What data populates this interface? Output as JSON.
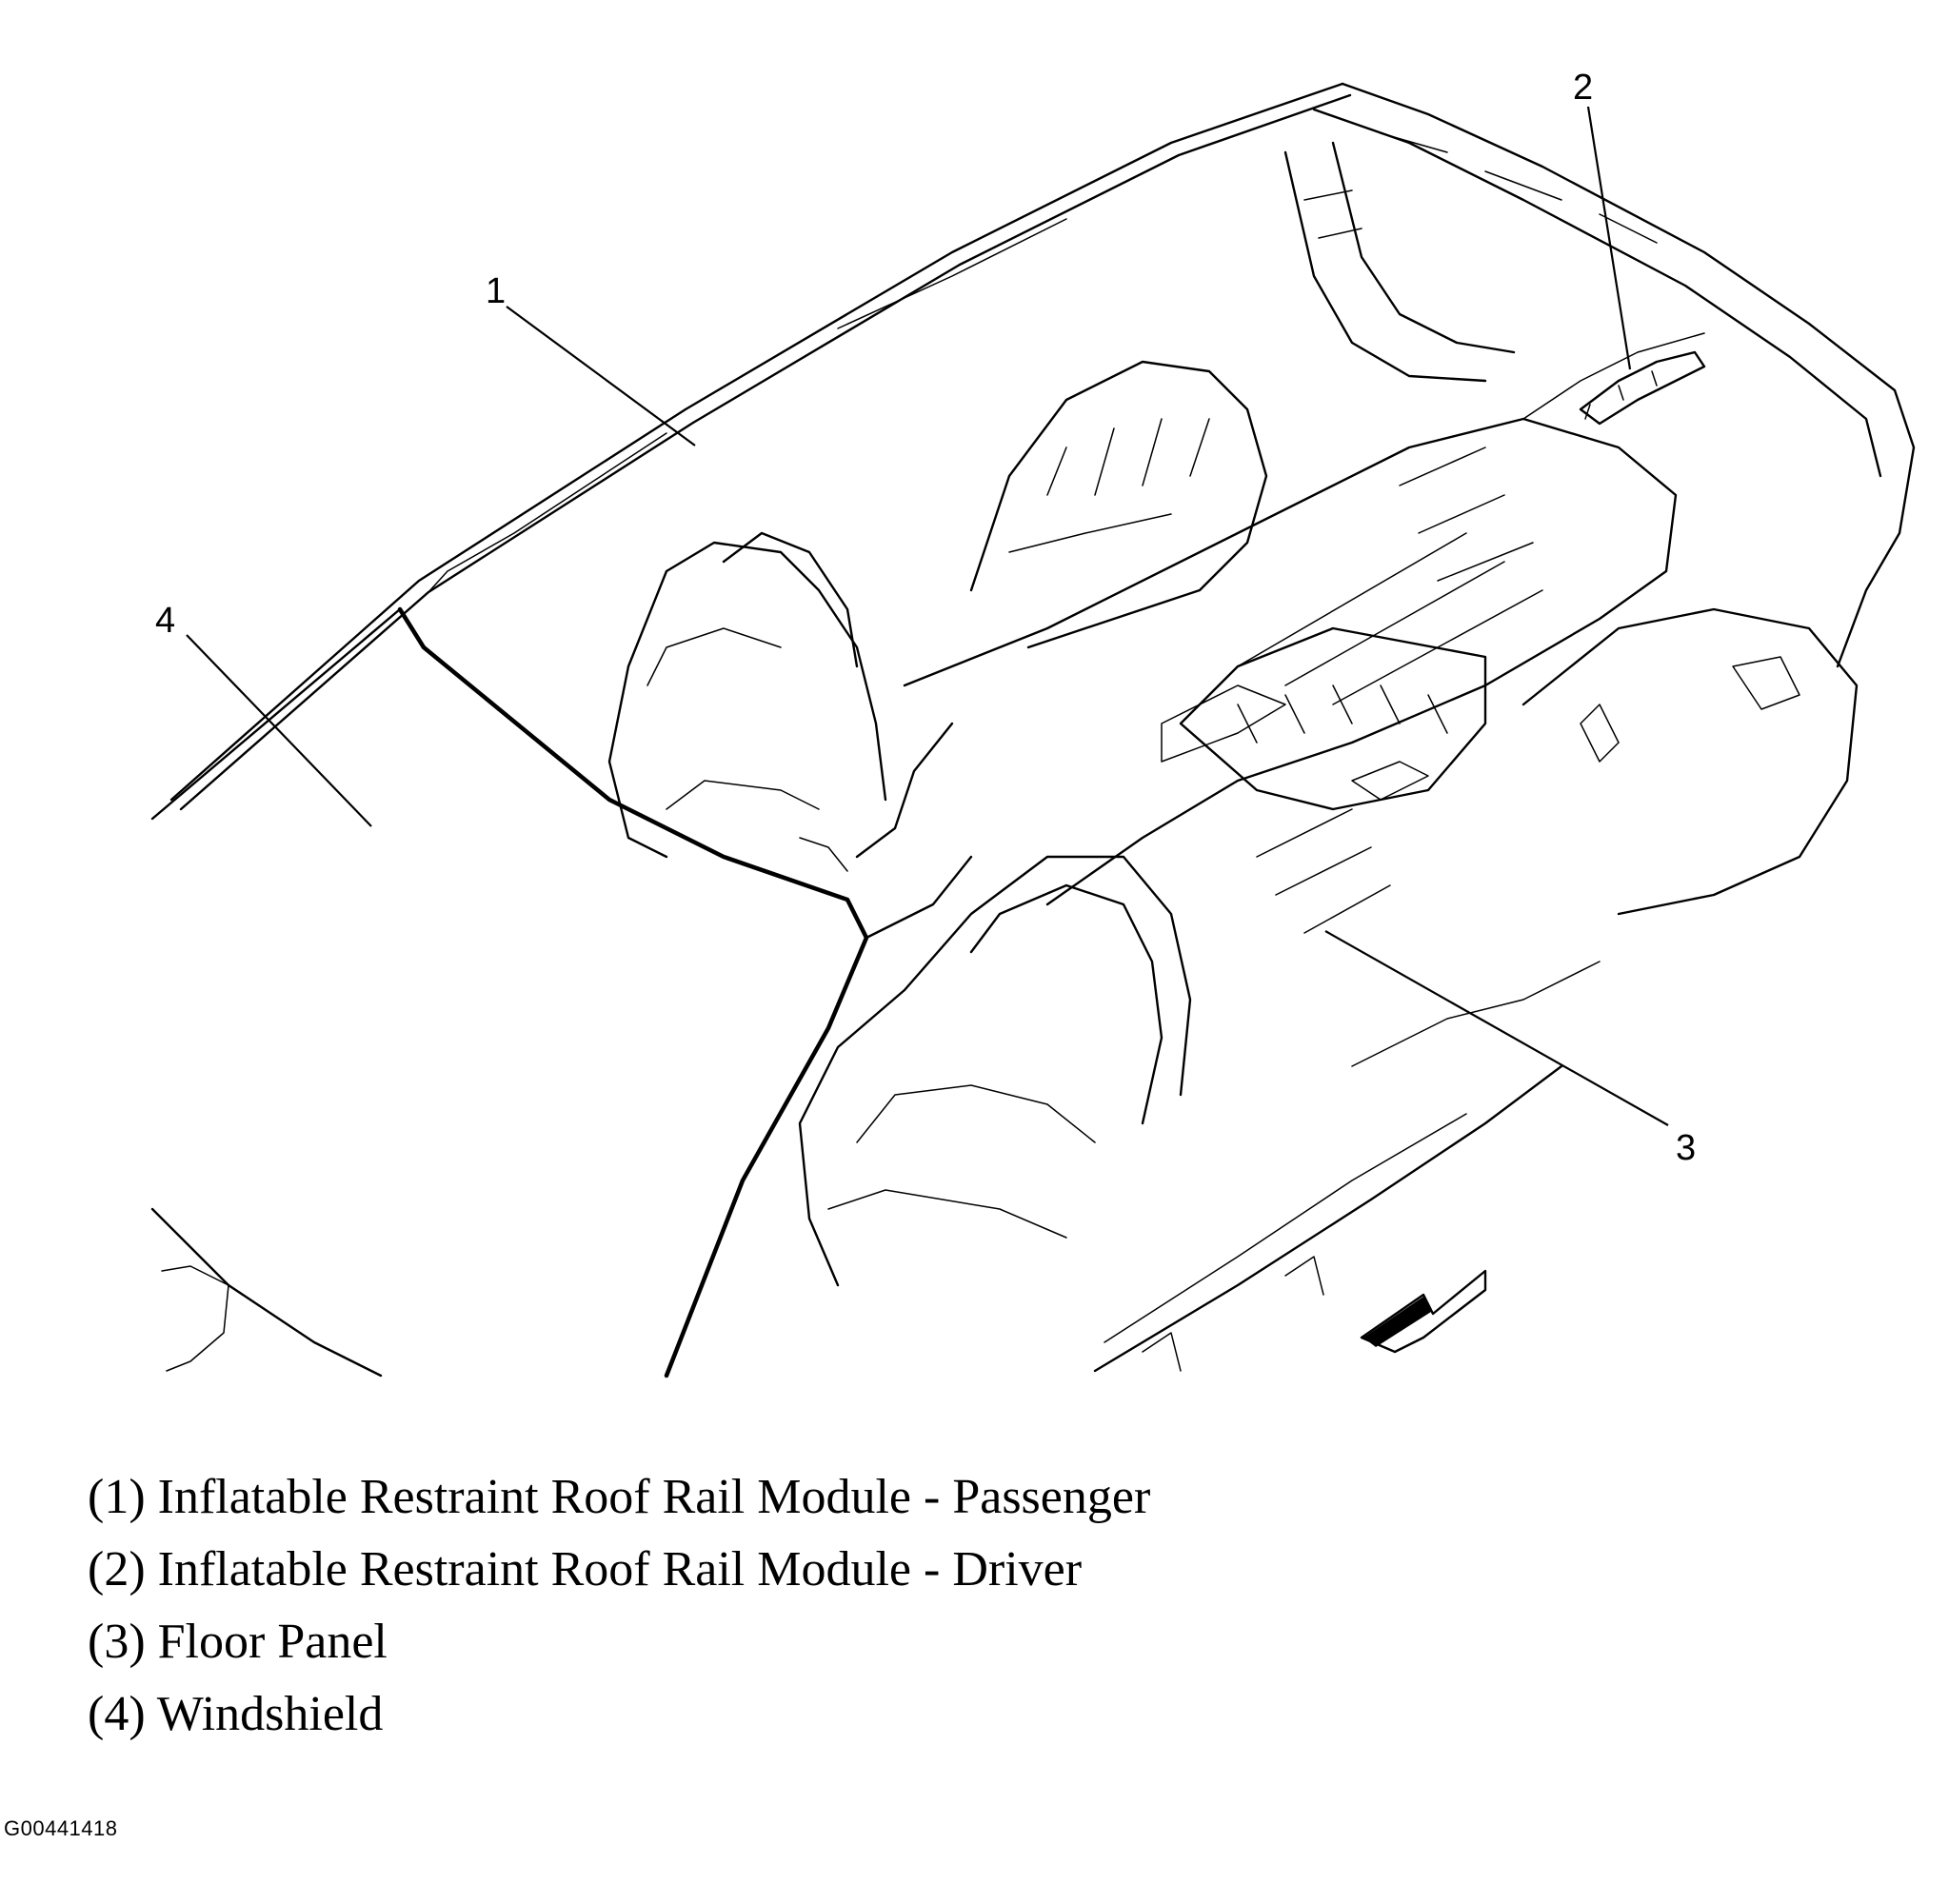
{
  "callouts": [
    {
      "num": "1",
      "part": "roof-rail-module-passenger"
    },
    {
      "num": "2",
      "part": "roof-rail-module-driver"
    },
    {
      "num": "3",
      "part": "floor-panel"
    },
    {
      "num": "4",
      "part": "windshield"
    }
  ],
  "legend": [
    "(1) Inflatable Restraint Roof Rail Module - Passenger",
    "(2) Inflatable Restraint Roof Rail Module - Driver",
    "(3) Floor Panel",
    "(4) Windshield"
  ],
  "figure_id": "G00441418"
}
